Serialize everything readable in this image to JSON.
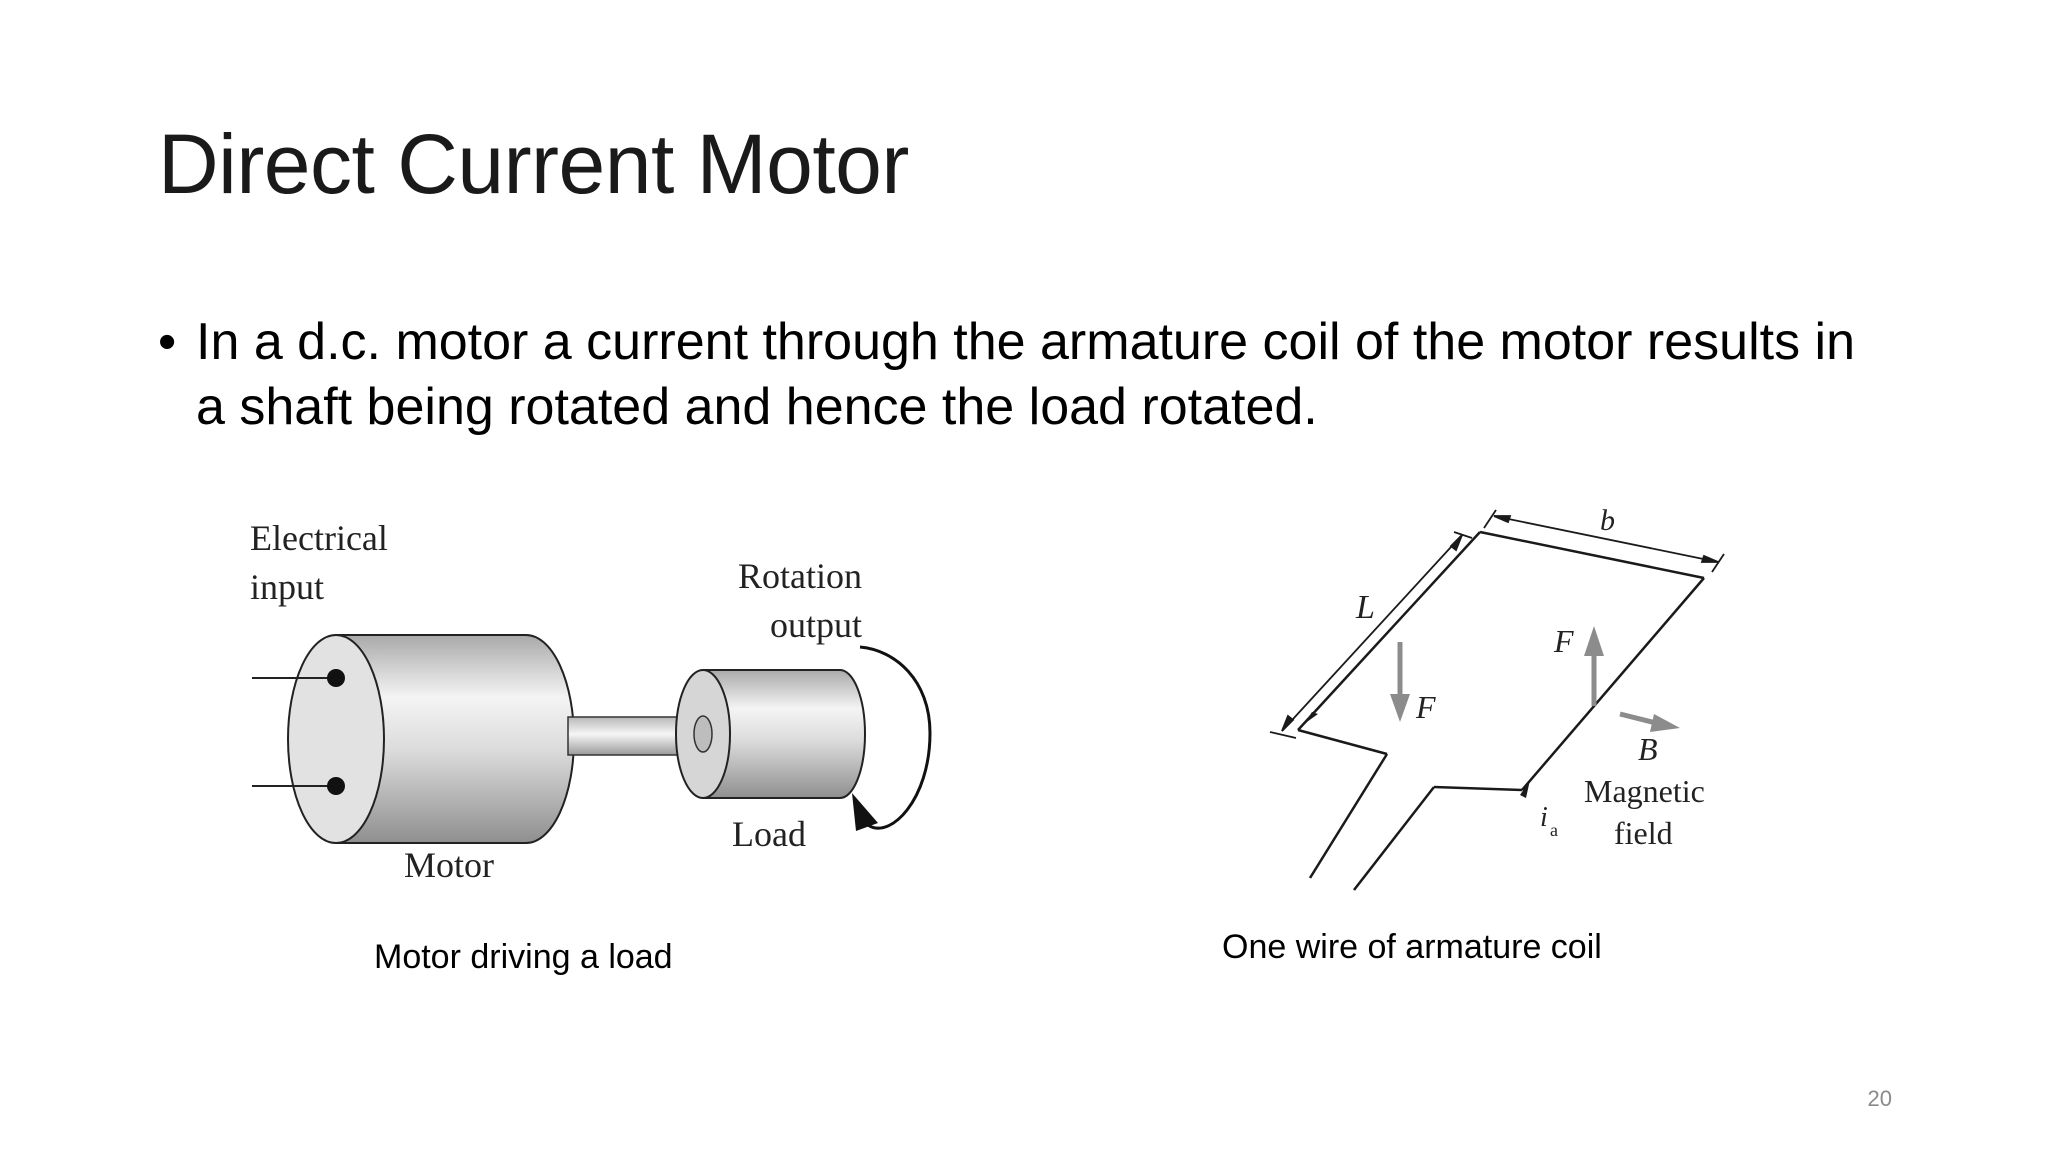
{
  "slide": {
    "title": "Direct Current Motor",
    "bullets": [
      "In a d.c. motor a current through the armature coil of the motor results in a shaft being rotated and hence the load rotated."
    ],
    "bullet_char": "•",
    "page_number": "20"
  },
  "figures": {
    "motor": {
      "caption": "Motor driving a load",
      "labels": {
        "electrical_1": "Electrical",
        "electrical_2": "input",
        "rotation_1": "Rotation",
        "rotation_2": "output",
        "load": "Load",
        "motor": "Motor"
      }
    },
    "coil": {
      "caption": "One wire of armature coil",
      "labels": {
        "b": "b",
        "L": "L",
        "F_top": "F",
        "F_left": "F",
        "B": "B",
        "magnetic_1": "Magnetic",
        "magnetic_2": "field",
        "ia": "i",
        "ia_sub": "a"
      }
    }
  }
}
